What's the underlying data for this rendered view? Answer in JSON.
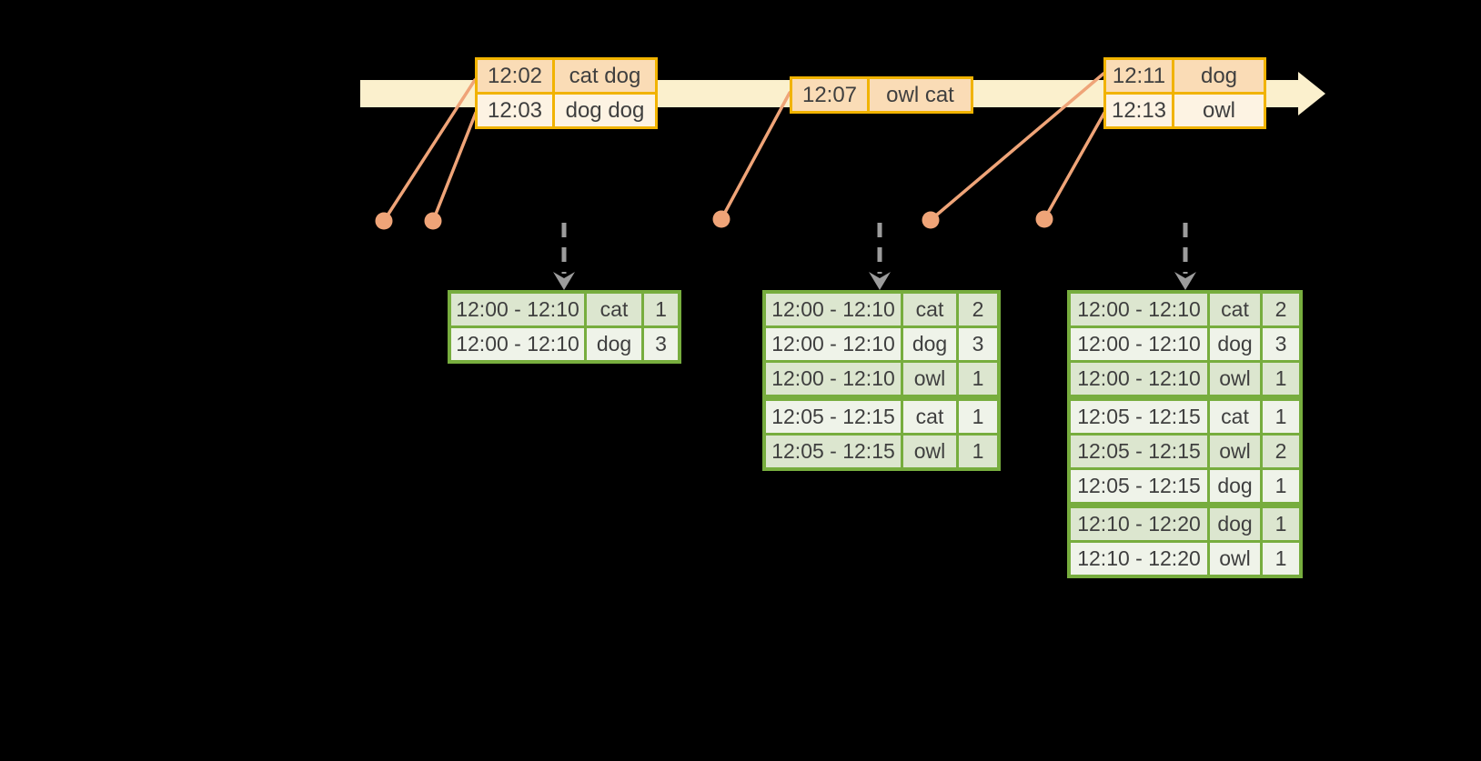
{
  "palette": {
    "background": "#000000",
    "timeline_band": "#FBF0CD",
    "event_table_border": "#F1B300",
    "event_row_dark": "#FADCB6",
    "event_row_light": "#FDF3E3",
    "connector_orange": "#EFA478",
    "trigger_arrow_gray": "#9C9C9C",
    "result_table_border": "#77AD3E",
    "result_row_dark": "#DCE6CF",
    "result_row_light": "#EFF3E9",
    "text": "#3F3F3F"
  },
  "event_tables": [
    {
      "rows": [
        {
          "time": "12:02",
          "words": "cat dog"
        },
        {
          "time": "12:03",
          "words": "dog dog"
        }
      ]
    },
    {
      "rows": [
        {
          "time": "12:07",
          "words": "owl cat"
        }
      ]
    },
    {
      "rows": [
        {
          "time": "12:11",
          "words": "dog"
        },
        {
          "time": "12:13",
          "words": "owl"
        }
      ]
    }
  ],
  "result_tables": [
    {
      "rows": [
        {
          "window": "12:00 - 12:10",
          "word": "cat",
          "count": "1"
        },
        {
          "window": "12:00 - 12:10",
          "word": "dog",
          "count": "3"
        }
      ]
    },
    {
      "rows": [
        {
          "window": "12:00 - 12:10",
          "word": "cat",
          "count": "2"
        },
        {
          "window": "12:00 - 12:10",
          "word": "dog",
          "count": "3"
        },
        {
          "window": "12:00 - 12:10",
          "word": "owl",
          "count": "1"
        },
        {
          "window": "12:05 - 12:15",
          "word": "cat",
          "count": "1"
        },
        {
          "window": "12:05 - 12:15",
          "word": "owl",
          "count": "1"
        }
      ]
    },
    {
      "rows": [
        {
          "window": "12:00 - 12:10",
          "word": "cat",
          "count": "2"
        },
        {
          "window": "12:00 - 12:10",
          "word": "dog",
          "count": "3"
        },
        {
          "window": "12:00 - 12:10",
          "word": "owl",
          "count": "1"
        },
        {
          "window": "12:05 - 12:15",
          "word": "cat",
          "count": "1"
        },
        {
          "window": "12:05 - 12:15",
          "word": "owl",
          "count": "2"
        },
        {
          "window": "12:05 - 12:15",
          "word": "dog",
          "count": "1"
        },
        {
          "window": "12:10 - 12:20",
          "word": "dog",
          "count": "1"
        },
        {
          "window": "12:10 - 12:20",
          "word": "owl",
          "count": "1"
        }
      ]
    }
  ]
}
